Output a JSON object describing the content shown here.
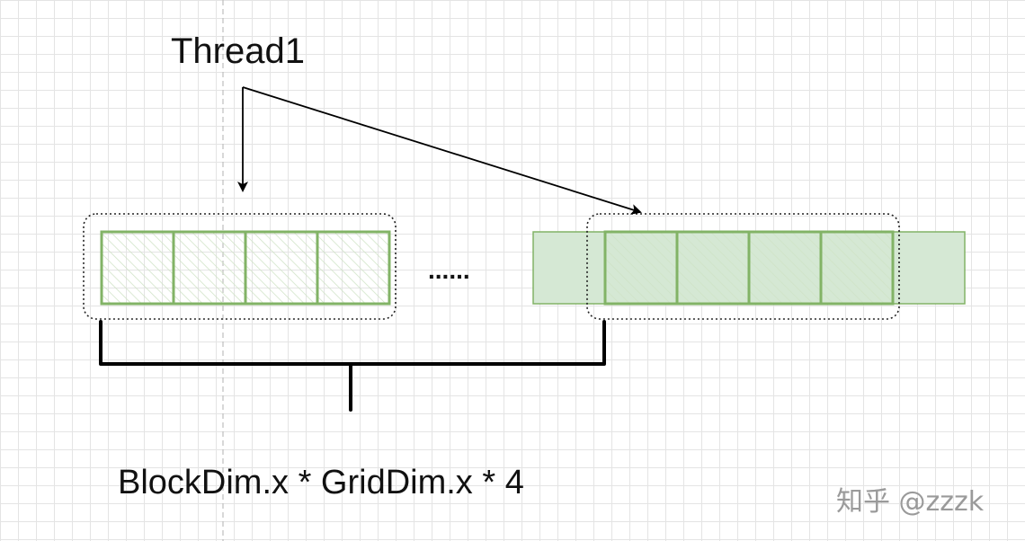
{
  "labels": {
    "thread": "Thread1",
    "ellipsis": "......",
    "formula": "BlockDim.x * GridDim.x * 4"
  },
  "watermark": "知乎 @zzzk",
  "colors": {
    "cell_fill": "#d5e8d4",
    "cell_stroke": "#82b366",
    "hatch": "#cfe3c6",
    "group_border": "#222222",
    "arrow": "#000000",
    "guide_line": "#bdbdbd"
  }
}
